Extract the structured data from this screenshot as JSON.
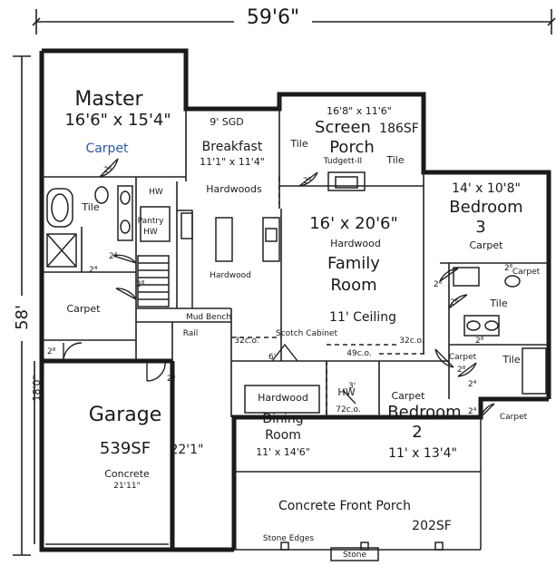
{
  "dimensions": {
    "overall_width": "59'6\"",
    "overall_depth": "58'",
    "garage_depth": "18'0\""
  },
  "rooms": {
    "master": {
      "name": "Master",
      "size": "16'6\" x 15'4\"",
      "floor": "Carpet"
    },
    "breakfast": {
      "ceiling": "9' SGD",
      "name": "Breakfast",
      "size": "11'1\" x 11'4\"",
      "floor": "Hardwoods"
    },
    "screen_porch": {
      "size": "16'8\" x 11'6\"",
      "name": "Screen",
      "area": "186SF",
      "name2": "Porch",
      "tile": "Tile",
      "tile2": "Tile",
      "detail": "Tudgett-II"
    },
    "family_room": {
      "size": "16' x 20'6\"",
      "floor": "Hardwood",
      "name": "Family",
      "name2": "Room",
      "ceiling": "11' Ceiling"
    },
    "bedroom3": {
      "size": "14' x 10'8\"",
      "name": "Bedroom",
      "number": "3",
      "floor": "Carpet"
    },
    "garage": {
      "name": "Garage",
      "area": "539SF",
      "width": "22'1\"",
      "floor": "Concrete",
      "depth": "21'11\""
    },
    "dining": {
      "floor": "Hardwood",
      "name": "Dining",
      "name2": "Room",
      "size": "11' x 14'6\""
    },
    "bedroom2": {
      "floor": "Carpet",
      "name": "Bedroom",
      "number": "2",
      "size": "11' x 13'4\""
    },
    "front_porch": {
      "name": "Concrete Front Porch",
      "area": "202SF"
    }
  },
  "labels": {
    "master_bath_tile": "Tile",
    "master_closet": "Carpet",
    "hw_hall": "HW",
    "pantry": "Pantry",
    "pantry_hw": "HW",
    "kitchen": "Hardwood",
    "screen_tile_left": "Tile",
    "mud_bench": "Mud Bench",
    "rail": "Rail",
    "scotch_cabinet": "Scotch Cabinet",
    "opening_32_left": "32c.o.",
    "opening_32_right": "32c.o.",
    "opening_49": "49c.o.",
    "hw_foyer": "HW",
    "foyer_opening": "72c.o.",
    "bath_tile": "Tile",
    "hall_carpet": "Carpet",
    "bed2_carpet_closet": "Carpet",
    "stone_edges": "Stone Edges",
    "stone": "Stone",
    "carpet_x": "Carpet",
    "tile_x": "Tile"
  },
  "door_sizes": {
    "d1": "2⁶",
    "d2": "2⁴",
    "d3": "2⁴",
    "d4": "2⁸",
    "d5": "2⁸",
    "d6": "2⁸",
    "d7": "2⁸",
    "d8": "2⁸",
    "d9": "2⁶",
    "d10": "2⁸",
    "d11": "2⁶",
    "d12": "6'",
    "d13": "3'",
    "d14": "2⁴",
    "d15": "2⁸",
    "d16": "2⁴"
  }
}
